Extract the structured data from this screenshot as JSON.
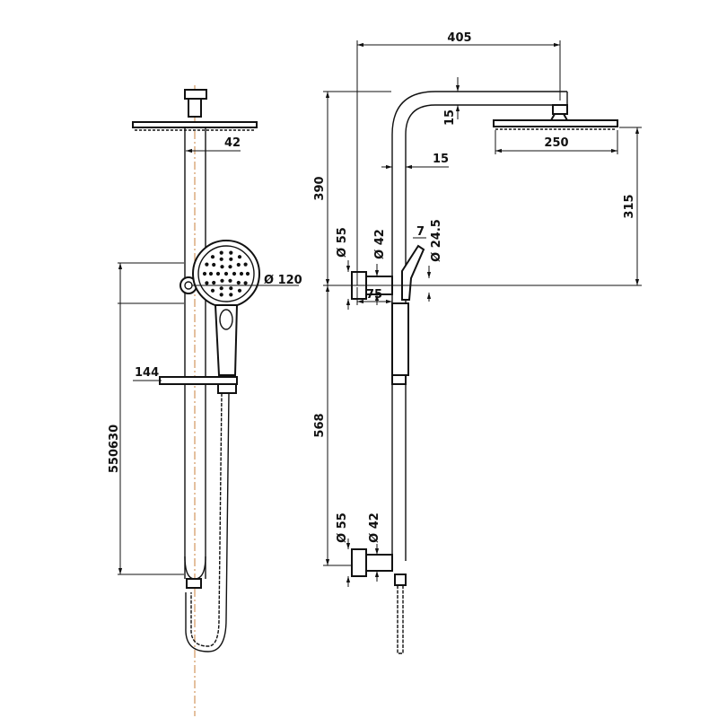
{
  "dimensions": {
    "d405": "405",
    "d15a": "15",
    "d250": "250",
    "d15b": "15",
    "d390": "390",
    "d315": "315",
    "d42_front": "42",
    "d_phi120": "Ø 120",
    "d144": "144",
    "d550630": "550630",
    "d568": "568",
    "d55_top": "Ø 55",
    "d42_top": "Ø 42",
    "d7": "7",
    "d24_5": "Ø 24.5",
    "d75": "75",
    "d55_bot": "Ø 55",
    "d42_bot": "Ø 42"
  }
}
